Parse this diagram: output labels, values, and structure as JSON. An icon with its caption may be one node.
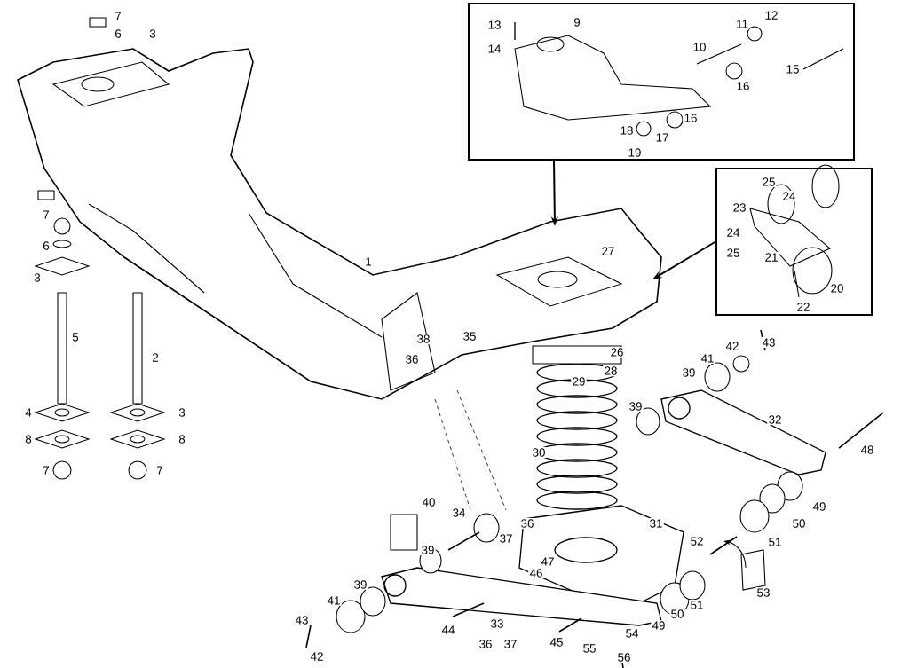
{
  "diagram": {
    "nodes": [
      {
        "text": [],
        "shape": "box"
      },
      {
        "text": [],
        "shape": "box"
      }
    ],
    "edges": [
      {
        "from": 0,
        "to": null,
        "arrow": "to"
      },
      {
        "from": 1,
        "to": null,
        "arrow": "to"
      }
    ],
    "labels": [
      "7",
      "6",
      "3",
      "13",
      "9",
      "11",
      "12",
      "14",
      "10",
      "15",
      "16",
      "16",
      "18",
      "17",
      "19",
      "25",
      "24",
      "23",
      "7",
      "24",
      "6",
      "25",
      "21",
      "27",
      "1",
      "3",
      "20",
      "22",
      "5",
      "2",
      "43",
      "42",
      "38",
      "35",
      "36",
      "26",
      "41",
      "28",
      "39",
      "29",
      "4",
      "3",
      "39",
      "32",
      "8",
      "8",
      "30",
      "48",
      "7",
      "7",
      "40",
      "49",
      "34",
      "36",
      "31",
      "50",
      "37",
      "52",
      "51",
      "39",
      "47",
      "46",
      "39",
      "53",
      "41",
      "51",
      "50",
      "43",
      "49",
      "44",
      "33",
      "54",
      "45",
      "55",
      "36",
      "37",
      "42",
      "56"
    ]
  }
}
